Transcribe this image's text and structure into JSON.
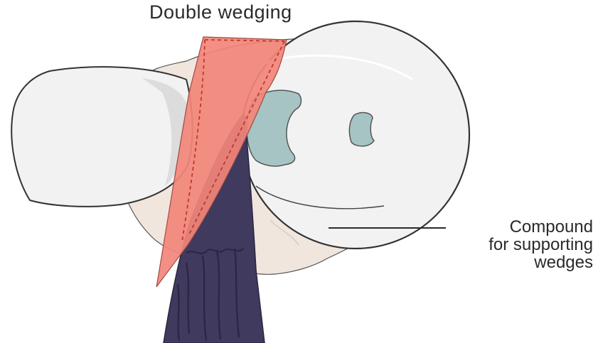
{
  "labels": {
    "title": "Double wedging",
    "compound_line1": "Compound",
    "compound_line2": "for supporting",
    "compound_line3": "wedges"
  },
  "colors": {
    "compound": "#f0e6de",
    "tooth": "#f2f2f2",
    "restoration": "#a6c4c4",
    "wedge_red": "#f2857a",
    "wedge_purple": "#3f3a5e",
    "outline": "#333333"
  }
}
